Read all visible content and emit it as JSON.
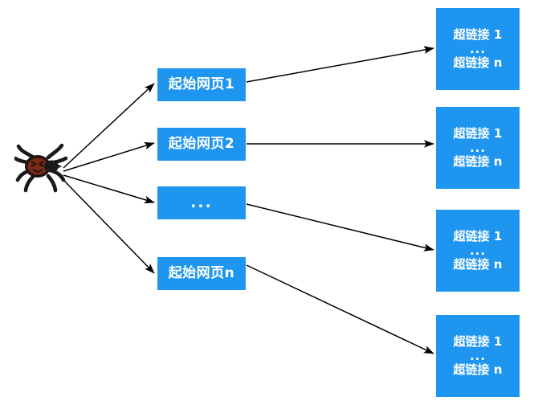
{
  "diagram": {
    "type": "flow",
    "title": "",
    "background_color": "#ffffff",
    "box_color": "#1e96f0",
    "box_text_color": "#ffffff",
    "arrow_color": "#000000",
    "crawler": {
      "icon": "spider-icon",
      "body_color": "#5a2018",
      "leg_color": "#1a1a1a"
    },
    "seed_nodes": [
      {
        "label": "起始网页1",
        "is_ellipsis": false
      },
      {
        "label": "起始网页2",
        "is_ellipsis": false
      },
      {
        "label": "...",
        "is_ellipsis": true
      },
      {
        "label": "起始网页n",
        "is_ellipsis": false
      }
    ],
    "link_nodes": [
      {
        "first": "超链接 1",
        "middle": "...",
        "last": "超链接  n"
      },
      {
        "first": "超链接 1",
        "middle": "...",
        "last": "超链接  n"
      },
      {
        "first": "超链接 1",
        "middle": "...",
        "last": "超链接  n"
      },
      {
        "first": "超链接 1",
        "middle": "...",
        "last": "超链接  n"
      }
    ],
    "edges": [
      {
        "from": "spider",
        "to": "seed-node-1"
      },
      {
        "from": "spider",
        "to": "seed-node-2"
      },
      {
        "from": "spider",
        "to": "seed-node-3"
      },
      {
        "from": "spider",
        "to": "seed-node-4"
      },
      {
        "from": "seed-node-1",
        "to": "link-node-1"
      },
      {
        "from": "seed-node-2",
        "to": "link-node-2"
      },
      {
        "from": "seed-node-3",
        "to": "link-node-3"
      },
      {
        "from": "seed-node-4",
        "to": "link-node-4"
      }
    ]
  }
}
